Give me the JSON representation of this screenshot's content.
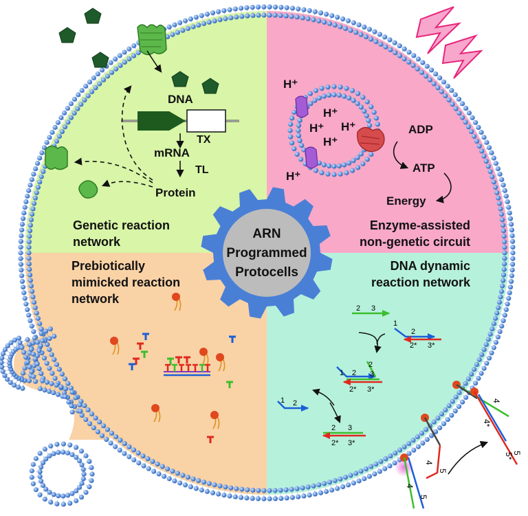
{
  "quadrants": {
    "genetic": {
      "label_line1": "Genetic reaction",
      "label_line2": "network",
      "dna": "DNA",
      "tx": "TX",
      "mrna": "mRNA",
      "tl": "TL",
      "protein": "Protein",
      "color": "#d8f5a8"
    },
    "enzyme": {
      "label_line1": "Enzyme-assisted",
      "label_line2": "non-genetic circuit",
      "adp": "ADP",
      "atp": "ATP",
      "energy": "Energy",
      "proton": "H⁺",
      "color": "#f9a8c8"
    },
    "prebiotic": {
      "label_line1": "Prebiotically",
      "label_line2": "mimicked reaction",
      "label_line3": "network",
      "color": "#f9d2a6"
    },
    "dna_dynamic": {
      "label_line1": "DNA dynamic",
      "label_line2": "reaction network",
      "color": "#b6f1dc",
      "domains": {
        "d1": "1",
        "d2": "2",
        "d3": "3",
        "d4": "4",
        "d5": "5",
        "d2s": "2*",
        "d3s": "3*",
        "d4s": "4*",
        "d5s": "5*"
      }
    }
  },
  "center": {
    "line1": "ARN",
    "line2": "Programmed",
    "line3": "Protocells"
  },
  "colors": {
    "membrane_head": "#5a8fd8",
    "gear": "#4a7fd6",
    "gear_center": "#bcbcbc",
    "pentagon": "#1f5a2a",
    "lightning": "#e8247a"
  }
}
